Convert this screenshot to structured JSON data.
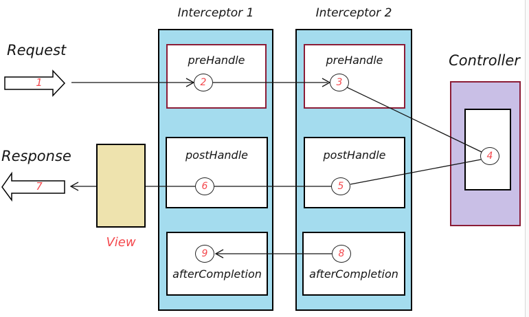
{
  "colors": {
    "interceptor_fill": "#a4dcee",
    "controller_fill": "#c9bfe6",
    "view_fill": "#eee3ae",
    "maroon_border": "#8b1c36",
    "red_text": "#f4484d"
  },
  "flow": {
    "request_label": "Request",
    "request_step": "1",
    "response_label": "Response",
    "response_step": "7"
  },
  "interceptors": [
    {
      "title": "Interceptor 1",
      "methods": [
        {
          "label": "preHandle",
          "step": "2"
        },
        {
          "label": "postHandle",
          "step": "6"
        },
        {
          "label": "afterCompletion",
          "step": "9"
        }
      ]
    },
    {
      "title": "Interceptor 2",
      "methods": [
        {
          "label": "preHandle",
          "step": "3"
        },
        {
          "label": "postHandle",
          "step": "5"
        },
        {
          "label": "afterCompletion",
          "step": "8"
        }
      ]
    }
  ],
  "controller": {
    "label": "Controller",
    "step": "4"
  },
  "view": {
    "label": "View"
  }
}
